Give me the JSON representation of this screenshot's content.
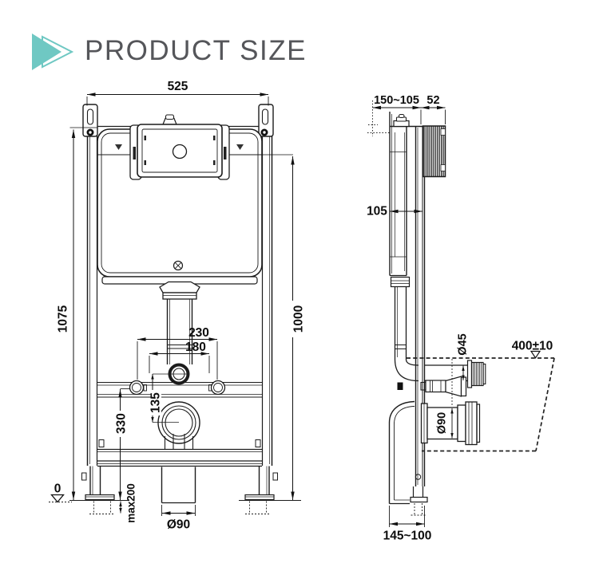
{
  "header": {
    "title": "PRODUCT SIZE"
  },
  "colors": {
    "accent_teal": "#6fc8c3",
    "title_text": "#55565a",
    "line": "#1c1c1c"
  },
  "front_view": {
    "dims": {
      "overall_width": "525",
      "total_height": "1075",
      "frame_height": "1000",
      "bolt_spacing_outer": "230",
      "bolt_spacing_inner": "180",
      "flush_to_outlet": "135",
      "outlet_height": "330",
      "datum_zero": "0",
      "leg_adjustment": "max200",
      "outlet_pipe_diameter": "Ø90"
    }
  },
  "side_view": {
    "dims": {
      "wall_depth_range": "150~105",
      "flush_plate_depth": "52",
      "frame_depth": "105",
      "flush_pipe_diameter": "Ø45",
      "pan_top_height": "400±10",
      "outlet_diameter": "Ø90",
      "outlet_offset_range": "145~100"
    }
  }
}
